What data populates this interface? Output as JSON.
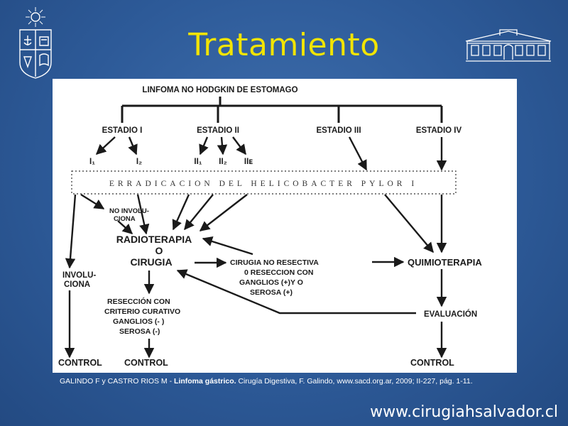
{
  "slide": {
    "title": "Tratamiento",
    "website": "www.cirugiahsalvador.cl"
  },
  "citation": {
    "authors": "GALINDO F y CASTRO RIOS M",
    "sep": " - ",
    "topic": "Linfoma gástrico.",
    "rest": " Cirugía Digestiva, F. Galindo, www.sacd.org.ar, 2009; II-227, pág. 1-11."
  },
  "diagram": {
    "root": "LINFOMA NO HODGKIN DE ESTOMAGO",
    "stages": [
      "ESTADIO I",
      "ESTADIO II",
      "ESTADIO III",
      "ESTADIO  IV"
    ],
    "substages": [
      "I₁",
      "I₂",
      "II₁",
      "II₂",
      "IIᴇ"
    ],
    "eradication": "ERRADICACION  DEL HELICOBACTER PYLOR I",
    "no_involucion": [
      "NO INVOLU-",
      "CIONA"
    ],
    "involuciona": [
      "INVOLU-",
      "CIONA"
    ],
    "radioterapia": "RADIOTERAPIA",
    "o": "O",
    "cirugia": "CIRUGIA",
    "cirugia_no_resectiva": [
      "CIRUGIA  NO RESECTIVA",
      "0  RESECCION CON",
      "GANGLIOS (+)Y O",
      "SEROSA (+)"
    ],
    "quimioterapia": "QUIMIOTERAPIA",
    "reseccion_curativa": [
      "RESECCIÓN CON",
      "CRITERIO CURATIVO",
      "GANGLIOS (- )",
      "SEROSA  (-)"
    ],
    "evaluacion": "EVALUACIÓN",
    "control": "CONTROL"
  }
}
